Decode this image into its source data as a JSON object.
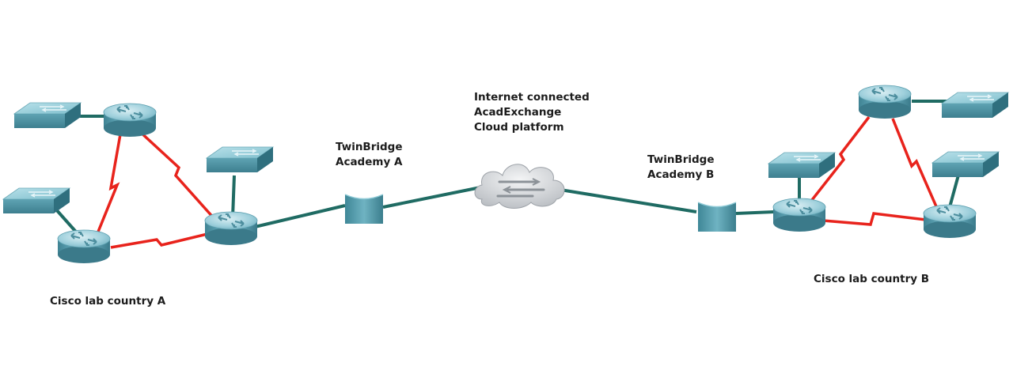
{
  "cloud": {
    "label": [
      "Internet connected",
      "AcadExchange",
      "Cloud platform"
    ]
  },
  "site_a": {
    "label": "Cisco lab country A",
    "bridge_label": [
      "TwinBridge",
      "Academy A"
    ]
  },
  "site_b": {
    "label": "Cisco lab country B",
    "bridge_label": [
      "TwinBridge",
      "Academy B"
    ]
  },
  "colors": {
    "ethernet_link": "#1f6b63",
    "serial_link": "#e8231c",
    "device": "#5fa8b8"
  },
  "icons": {
    "router": "router-icon",
    "switch": "switch-icon",
    "bridge": "bridge-device-icon",
    "cloud": "cloud-icon"
  }
}
